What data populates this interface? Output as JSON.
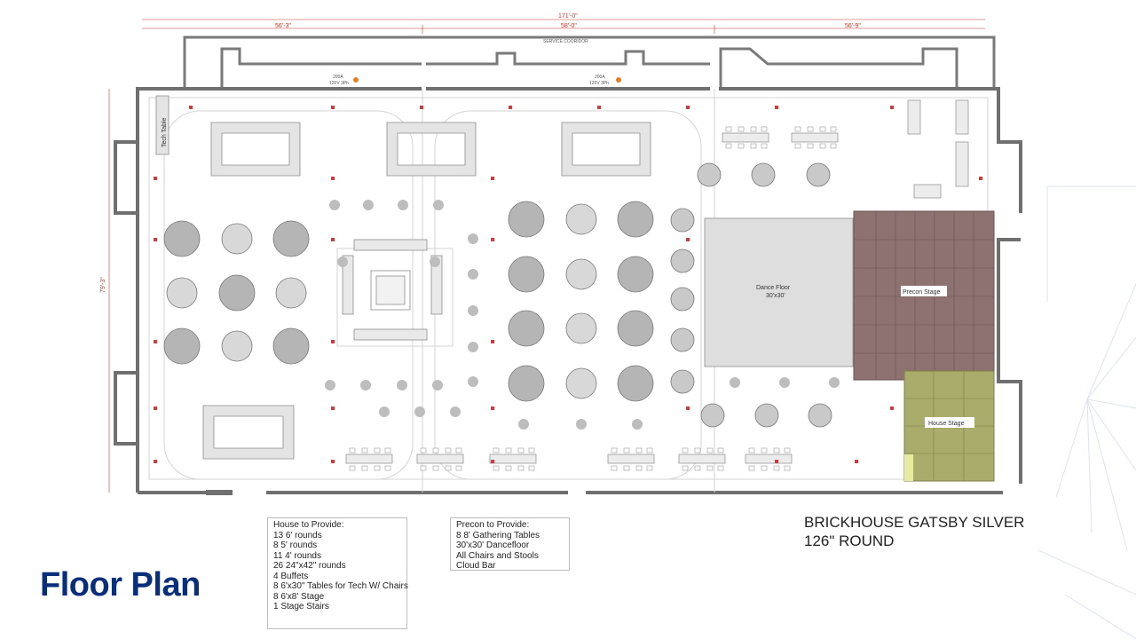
{
  "page": {
    "title": "Floor Plan"
  },
  "plan": {
    "dimensions": {
      "total": "171'-0\"",
      "left": "56'-3\"",
      "center": "58'-0\"",
      "right": "56'-9\"",
      "height": "79'-3\""
    },
    "service_corridor": "SERVICE COORIDOR",
    "power_1": {
      "line1": "200A",
      "line2": "120V 3Ph"
    },
    "power_2": {
      "line1": "200A",
      "line2": "120V 3Ph"
    },
    "tech_table": "Tech Table",
    "dance_floor": {
      "line1": "Dance Floor",
      "line2": "30'x30'"
    },
    "precon_stage": "Precon Stage",
    "house_stage": "House Stage",
    "colors": {
      "precon_stage": "#8e7272",
      "house_stage": "#a9ac6b",
      "dance_floor": "#dedede",
      "title": "#0a2f7a"
    }
  },
  "house_provide": {
    "heading": "House to Provide:",
    "items": [
      "13 6' rounds",
      "8 5' rounds",
      "11 4' rounds",
      "26 24\"x42\" rounds",
      "4 Buffets",
      "8 6'x30\" Tables for Tech W/ Chairs",
      "8 6'x8' Stage",
      "1 Stage Stairs"
    ]
  },
  "precon_provide": {
    "heading": "Precon to Provide:",
    "items": [
      "8 8' Gathering Tables",
      "30'x30' Dancefloor",
      "All Chairs and Stools",
      "Cloud Bar"
    ]
  },
  "gatsby": {
    "line1": "BRICKHOUSE GATSBY SILVER",
    "line2": "126\" ROUND"
  }
}
